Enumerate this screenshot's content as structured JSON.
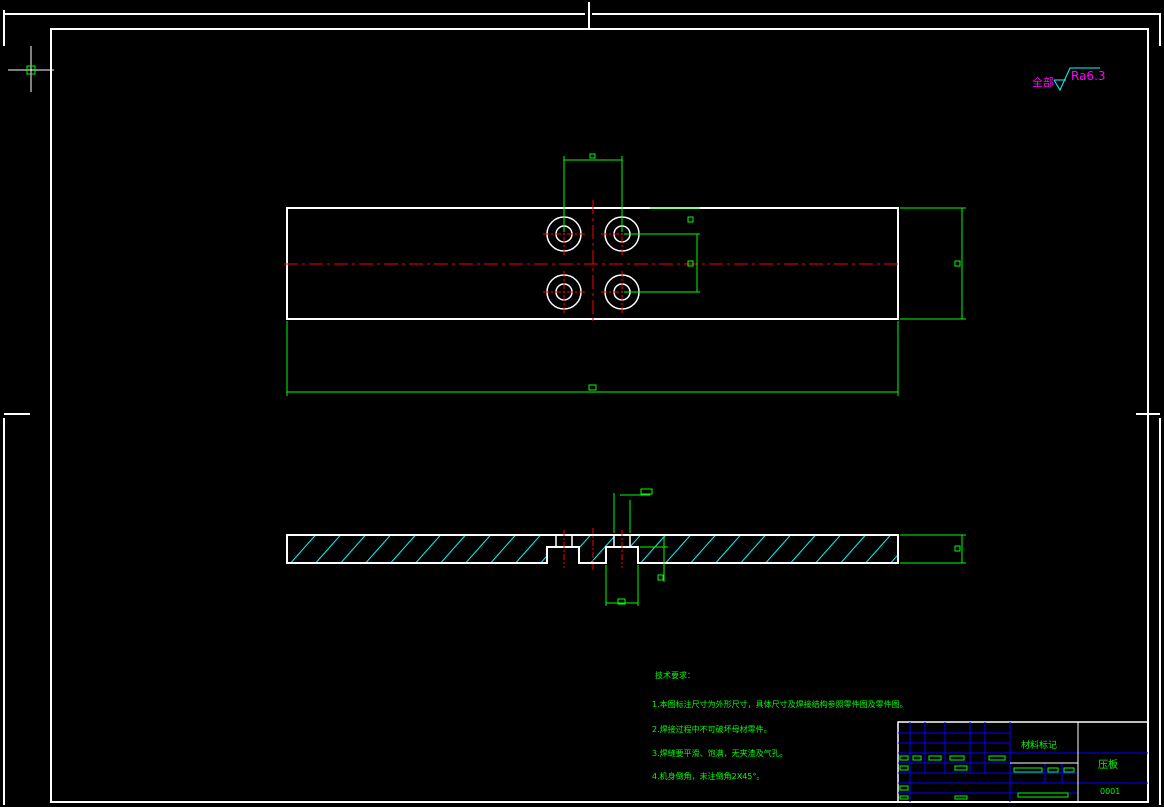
{
  "drawing": {
    "roughness_prefix": "全部",
    "roughness_value": "Ra6.3",
    "tech_title": "技术要求：",
    "tech_notes": [
      "1.本图标注尺寸为外形尺寸，具体尺寸及焊接结构参照零件图及零件图。",
      "2.焊接过程中不可破坏母材零件。",
      "3.焊缝要平滑、饱满，无夹渣及气孔。",
      "4.机身倒角，未注倒角2X45°。"
    ],
    "title_block": {
      "material_mark": "材料标记",
      "part_name": "压板",
      "drawing_number": "0001"
    }
  },
  "colors": {
    "frame": "#ffffff",
    "dimension": "#00ff00",
    "centerline": "#ff0000",
    "hatch": "#00ffff",
    "table_grid": "#0000ff",
    "roughness": "#ff00ff"
  }
}
